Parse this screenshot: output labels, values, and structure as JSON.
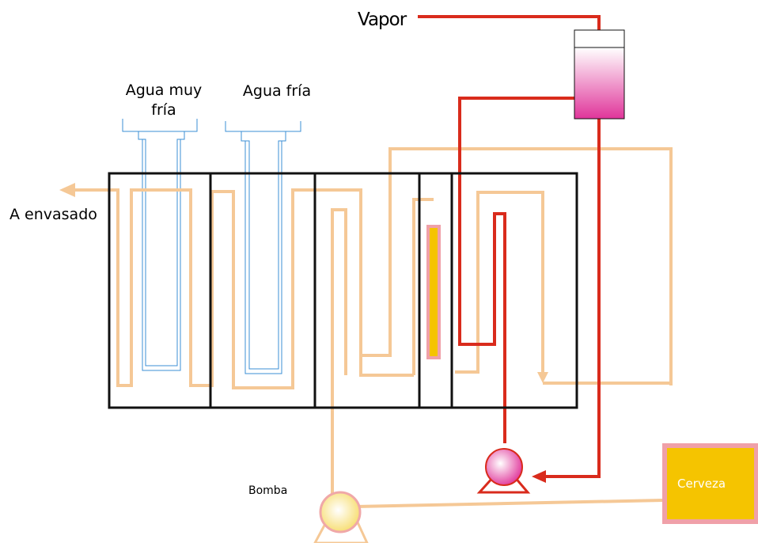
{
  "labels": {
    "vapor": "Vapor",
    "agua_muy_fria_line1": "Agua muy",
    "agua_muy_fria_line2": "fría",
    "agua_fria": "Agua fría",
    "a_envasado": "A envasado",
    "bomba": "Bomba",
    "cerveza": "Cerveza"
  },
  "colors": {
    "beer_line": "#f5c896",
    "steam_line": "#d92b1c",
    "cold_water_line": "#3b8fd6",
    "tank_outline": "#111111",
    "steam_vessel_fill": "#e0449a",
    "cerveza_tank_fill": "#f5c400",
    "cerveza_tank_border": "#f0a0a8",
    "bomba_fill": "#fdf0a0",
    "steam_pump_fill": "#e84b9a"
  }
}
